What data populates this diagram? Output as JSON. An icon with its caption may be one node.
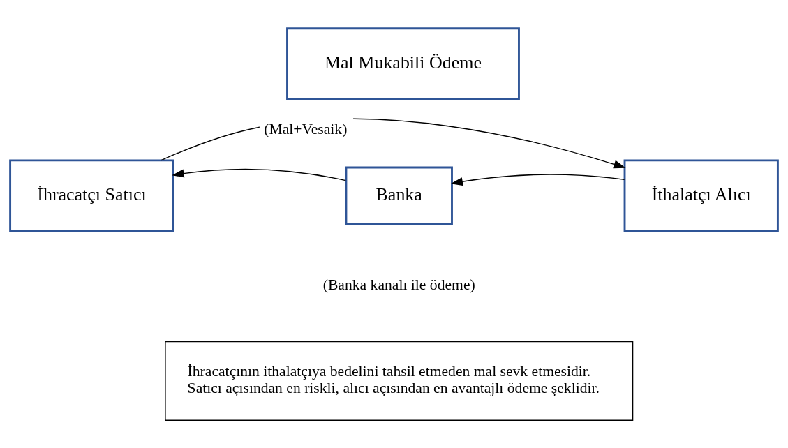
{
  "diagram": {
    "nodes": [
      {
        "text": [
          "Mal Mukabili Ödeme"
        ]
      },
      {
        "text": [
          "İhracatçı Satıcı"
        ]
      },
      {
        "text": [
          "Banka"
        ]
      },
      {
        "text": [
          "İthalatçı Alıcı"
        ]
      },
      {
        "text": [
          "İhracatçının ithalatçıya bedelini tahsil etmeden mal sevk etmesidir.",
          "Satıcı açısından en riskli, alıcı açısından en avantajlı ödeme şeklidir."
        ]
      }
    ],
    "edges": [
      {
        "from": 1,
        "to": 3,
        "arrow": "to",
        "label": "(Mal+Vesaik)"
      },
      {
        "from": 3,
        "to": 2,
        "arrow": "to"
      },
      {
        "from": 2,
        "to": 1,
        "arrow": "to"
      }
    ],
    "labels": [
      "(Banka kanalı ile ödeme)"
    ]
  }
}
